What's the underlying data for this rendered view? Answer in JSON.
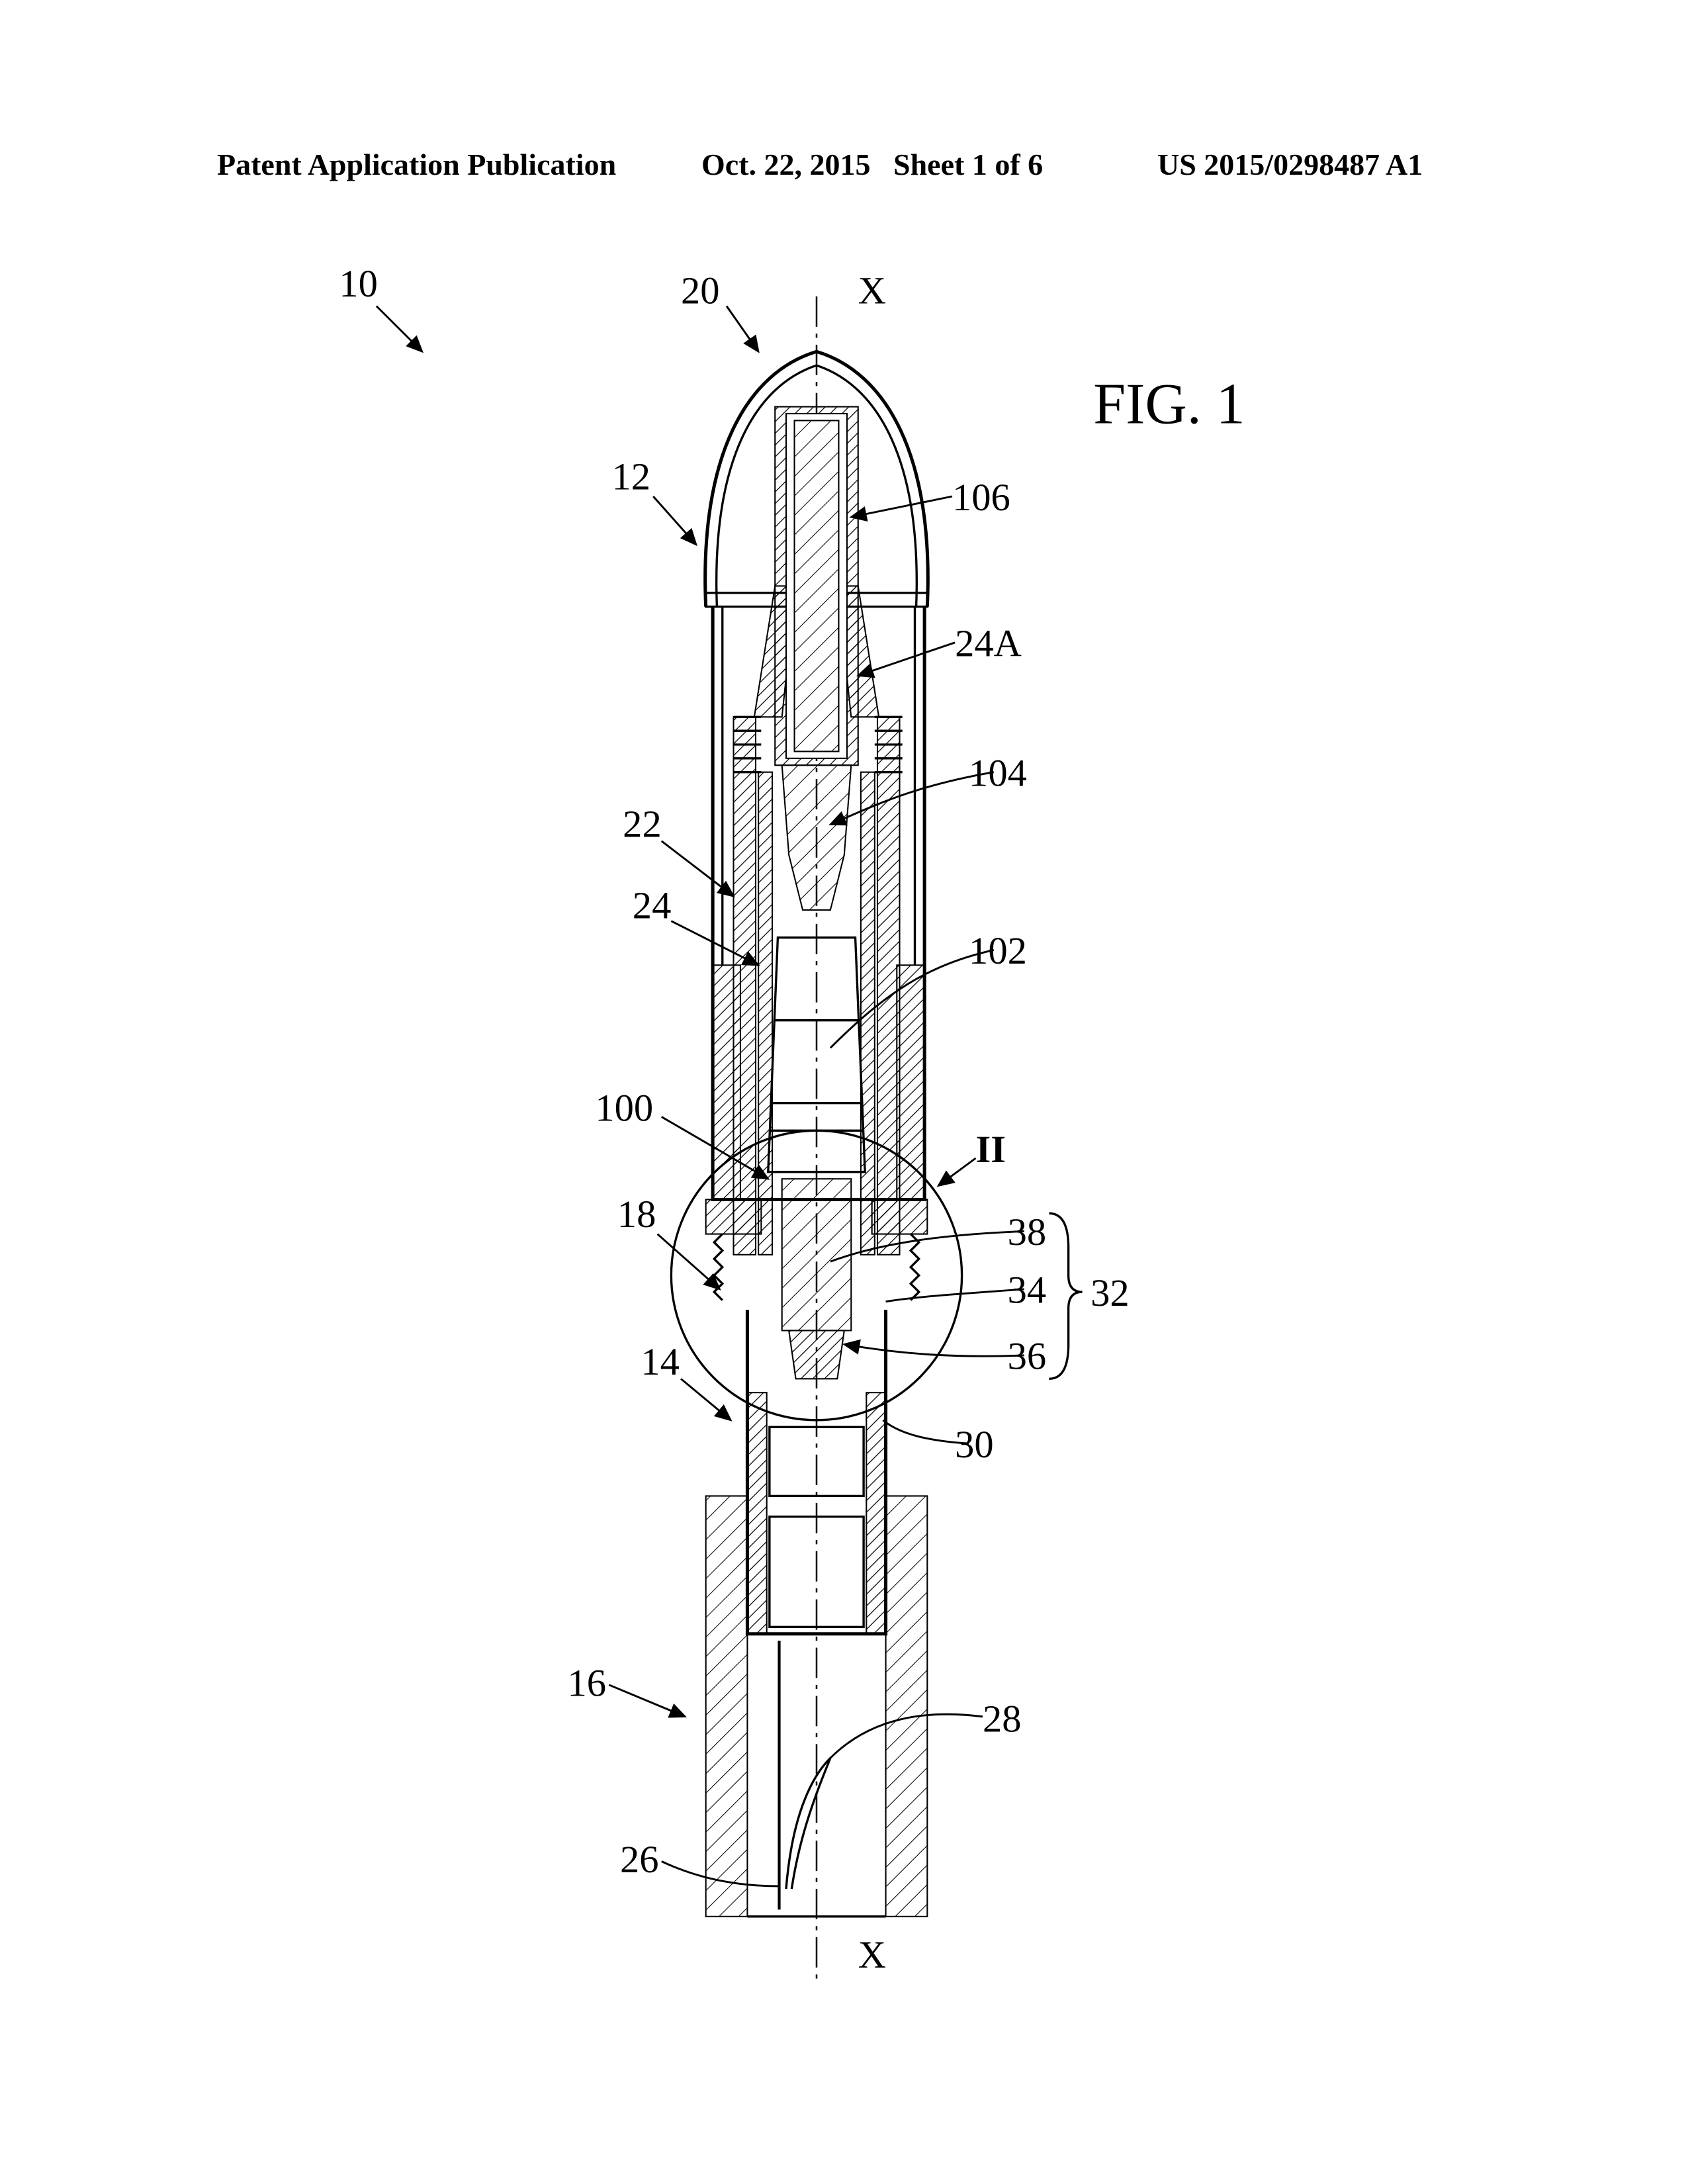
{
  "header": {
    "publication_type": "Patent Application Publication",
    "date_sheet": "Oct. 22, 2015   Sheet 1 of 6",
    "publication_number": "US 2015/0298487 A1"
  },
  "figure": {
    "title": "FIG. 1",
    "axis_label_top": "X",
    "axis_label_bottom": "X",
    "detail_label": "II",
    "reference_numerals": {
      "r10": "10",
      "r20": "20",
      "r12": "12",
      "r106": "106",
      "r24A": "24A",
      "r104": "104",
      "r22": "22",
      "r24": "24",
      "r102": "102",
      "r100": "100",
      "r18": "18",
      "r38": "38",
      "r34": "34",
      "r32": "32",
      "r36": "36",
      "r14": "14",
      "r30": "30",
      "r16": "16",
      "r28": "28",
      "r26": "26"
    }
  }
}
